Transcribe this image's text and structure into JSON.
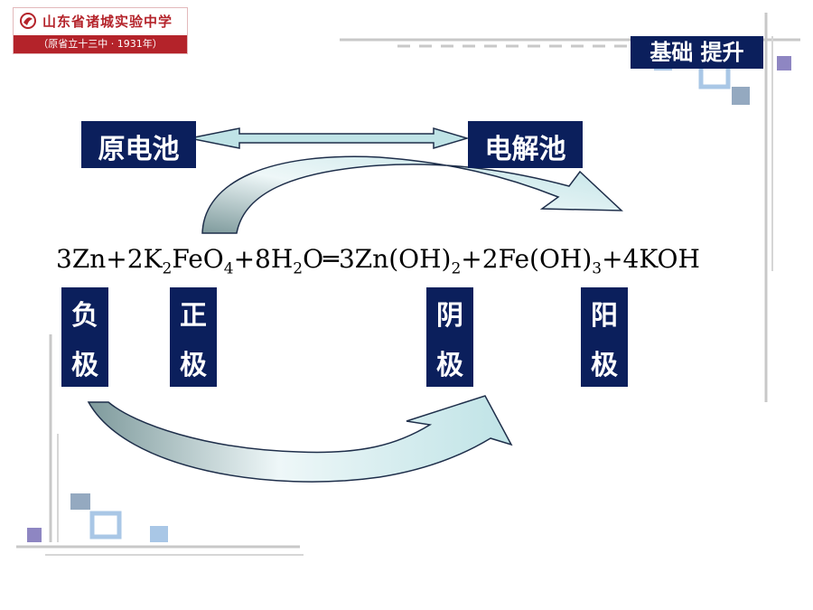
{
  "header": {
    "school_name": "山东省诸城实验中学",
    "school_subtitle": "（原省立十三中 · 1931年）"
  },
  "section_badge": "基础 提升",
  "diagram": {
    "galvanic_cell": "原电池",
    "electrolytic_cell": "电解池",
    "equation": {
      "zn_coef": "3Zn+2K",
      "k_sub": "2",
      "feo": "FeO",
      "o_sub": "4",
      "h2o_coef": "+8H",
      "h_sub": "2",
      "o_part": "O",
      "equals": "═",
      "znoh": "3Zn(OH)",
      "znoh_sub": "2",
      "feoh": "+2Fe(OH)",
      "feoh_sub": "3",
      "koh": "+4KOH"
    },
    "labels": {
      "negative": [
        "负",
        "极"
      ],
      "positive": [
        "正",
        "极"
      ],
      "cathode": [
        "阴",
        "极"
      ],
      "anode": [
        "阳",
        "极"
      ]
    }
  },
  "colors": {
    "navy": "#0b1f5c",
    "arrow_light": "#bfe3e6",
    "arrow_gradient_dark": "#7e9a9c",
    "logo_red": "#b4232a",
    "square_purple": "#8e86c2",
    "square_blue": "#a9c7e6",
    "square_slate": "#94a9c0"
  }
}
